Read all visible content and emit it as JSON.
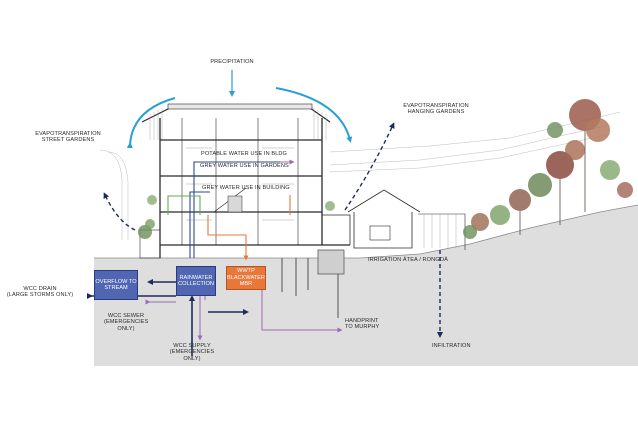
{
  "labels": {
    "precipitation": "PRECIPITATION",
    "evapo_street": "EVAPOTRANSPIRATION\nSTREET GARDENS",
    "evapo_hanging": "EVAPOTRANSPIRATION\nHANGING GARDENS",
    "potable": "POTABLE WATER USE IN BLDG",
    "grey_gardens": "GREY WATER USE IN GARDENS",
    "grey_building": "GREY WATER USE IN BUILDING",
    "wcc_drain": "WCC DRAIN\n(LARGE STORMS ONLY)",
    "wcc_sewer": "WCC SEWER\n(EMERGENCIES\nONLY)",
    "wcc_supply": "WCC SUPPLY\n(EMERGENCIES\nONLY)",
    "handprint": "HANDPRINT\nTO MURPHY",
    "irrigation": "IRRIGATION ĀTEA / RONGOĀ",
    "infiltration": "INFILTRATION"
  },
  "tanks": {
    "overflow": "OVERFLOW TO\nSTREAM",
    "rainwater": "RAINWATER\nCOLLECTION",
    "wwtp": "WWTP\nBLACKWATER\nMBR"
  },
  "colors": {
    "rain_blue": "#2a9fd6",
    "dark_navy": "#1f2a5c",
    "tank_blue": "#5166b3",
    "wwtp_orange": "#e8773a",
    "grey_water_green": "#5fae4a",
    "purple": "#9b6bb3",
    "ground": "#dcdcdc"
  }
}
